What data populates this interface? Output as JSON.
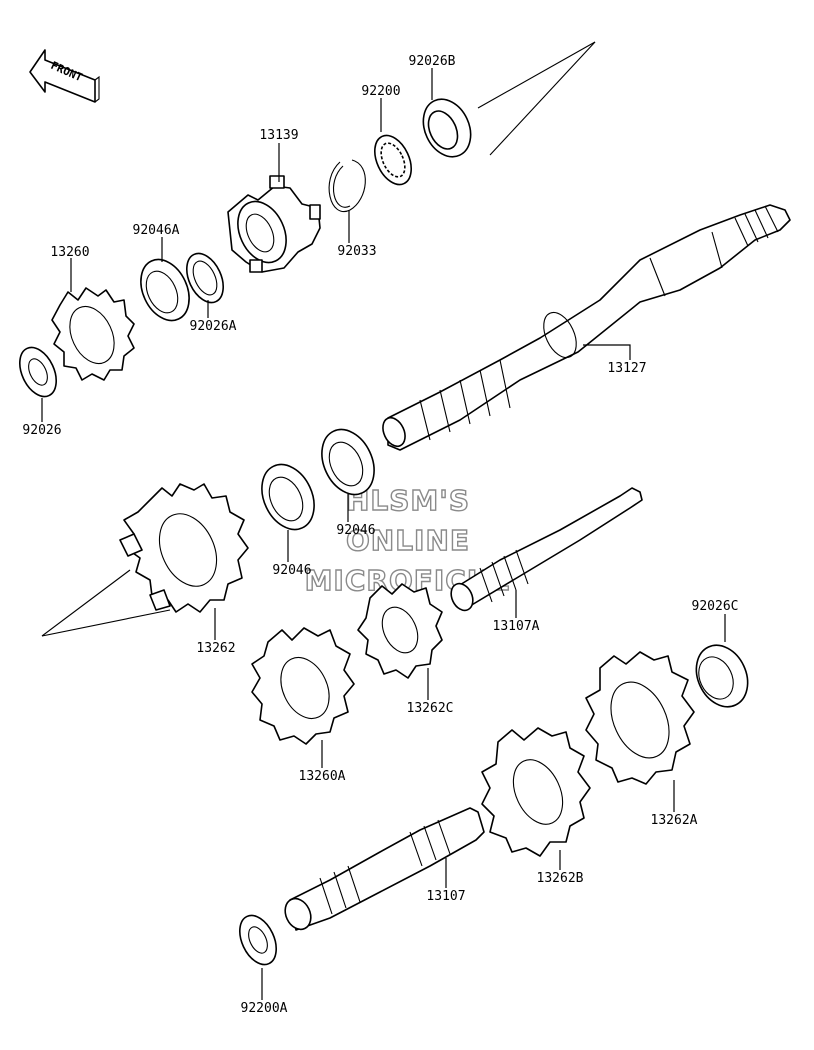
{
  "front_label": "FRONT",
  "watermark": [
    "HLSM'S",
    "ONLINE",
    "MICROFICHE"
  ],
  "parts": {
    "p92026B": "92026B",
    "p92200": "92200",
    "p13139": "13139",
    "p92046A": "92046A",
    "p92033": "92033",
    "p13260": "13260",
    "p92026A": "92026A",
    "p13127": "13127",
    "p92026": "92026",
    "p92046_upper": "92046",
    "p92046_lower": "92046",
    "p13262": "13262",
    "p13107A": "13107A",
    "p92026C": "92026C",
    "p13262C": "13262C",
    "p13260A": "13260A",
    "p13262A": "13262A",
    "p13262B": "13262B",
    "p13107": "13107",
    "p92200A": "92200A"
  }
}
